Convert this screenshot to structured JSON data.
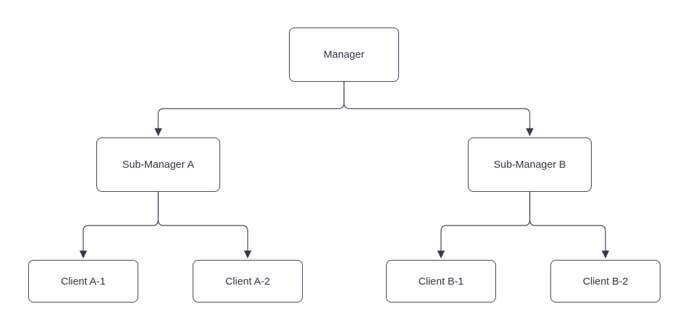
{
  "diagram": {
    "type": "org-chart",
    "background": "#ffffff",
    "colors": {
      "node_fill": "#ffffff",
      "stroke": "#3b4350",
      "arrowhead_fill": "#333b49",
      "text": "#2e3542"
    },
    "nodes": {
      "manager": {
        "label": "Manager"
      },
      "sub_a": {
        "label": "Sub-Manager A"
      },
      "sub_b": {
        "label": "Sub-Manager B"
      },
      "client_a1": {
        "label": "Client A-1"
      },
      "client_a2": {
        "label": "Client A-2"
      },
      "client_b1": {
        "label": "Client B-1"
      },
      "client_b2": {
        "label": "Client B-2"
      }
    },
    "edges": [
      {
        "from": "Manager",
        "to": "Sub-Manager A"
      },
      {
        "from": "Manager",
        "to": "Sub-Manager B"
      },
      {
        "from": "Sub-Manager A",
        "to": "Client A-1"
      },
      {
        "from": "Sub-Manager A",
        "to": "Client A-2"
      },
      {
        "from": "Sub-Manager B",
        "to": "Client B-1"
      },
      {
        "from": "Sub-Manager B",
        "to": "Client B-2"
      }
    ]
  }
}
